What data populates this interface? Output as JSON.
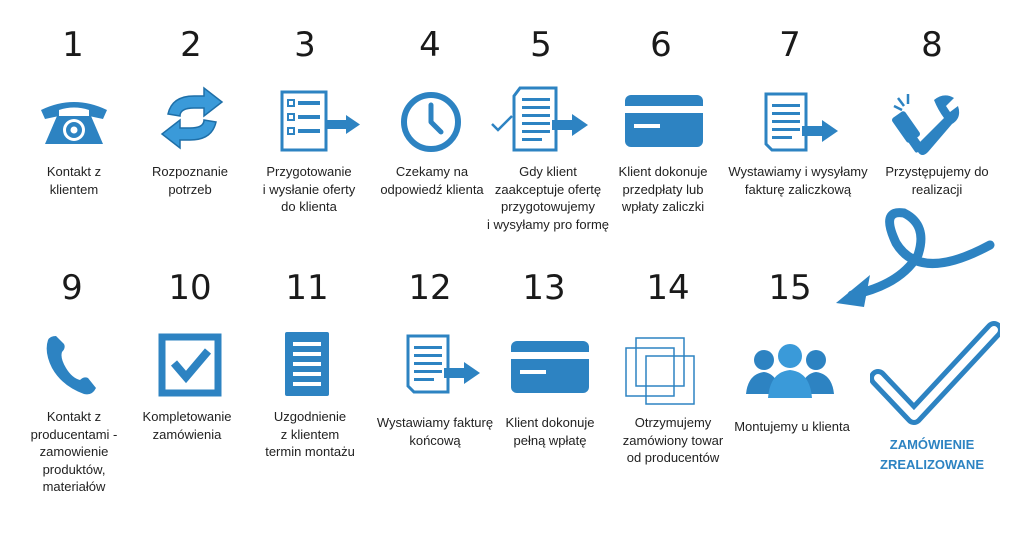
{
  "steps": [
    {
      "num": "1",
      "label_lines": [
        "Kontakt z",
        "klientem"
      ],
      "icon": "phone-icon"
    },
    {
      "num": "2",
      "label_lines": [
        "Rozpoznanie",
        "potrzeb"
      ],
      "icon": "refresh-arrows-icon"
    },
    {
      "num": "3",
      "label_lines": [
        "Przygotowanie",
        "i wysłanie oferty",
        "do klienta"
      ],
      "icon": "checklist-arrow-icon"
    },
    {
      "num": "4",
      "label_lines": [
        "Czekamy na",
        "odpowiedź klienta"
      ],
      "icon": "clock-icon"
    },
    {
      "num": "5",
      "label_lines": [
        "Gdy klient",
        "zaakceptuje ofertę",
        "przygotowujemy",
        "i wysyłamy pro formę"
      ],
      "icon": "document-check-arrow-icon"
    },
    {
      "num": "6",
      "label_lines": [
        "Klient dokonuje",
        "przedpłaty lub",
        "wpłaty zaliczki"
      ],
      "icon": "credit-card-icon"
    },
    {
      "num": "7",
      "label_lines": [
        "Wystawiamy  i wysyłamy",
        "fakturę zaliczkową"
      ],
      "icon": "invoice-arrow-icon"
    },
    {
      "num": "8",
      "label_lines": [
        "Przystępujemy do",
        "realizacji"
      ],
      "icon": "tools-icon"
    },
    {
      "num": "9",
      "label_lines": [
        "Kontakt z",
        "producentami -",
        "zamowienie",
        "produktów,",
        "materiałów"
      ],
      "icon": "handset-icon"
    },
    {
      "num": "10",
      "label_lines": [
        "Kompletowanie",
        "zamówienia"
      ],
      "icon": "checkbox-icon"
    },
    {
      "num": "11",
      "label_lines": [
        "Uzgodnienie",
        "z klientem",
        "termin montażu"
      ],
      "icon": "document-icon"
    },
    {
      "num": "12",
      "label_lines": [
        "Wystawiamy fakturę",
        "końcową"
      ],
      "icon": "invoice-arrow-icon"
    },
    {
      "num": "13",
      "label_lines": [
        "Klient dokonuje",
        "pełną wpłatę"
      ],
      "icon": "credit-card-icon"
    },
    {
      "num": "14",
      "label_lines": [
        "Otrzymujemy",
        "zamówiony towar",
        "od producentów"
      ],
      "icon": "stacked-squares-icon"
    },
    {
      "num": "15",
      "label_lines": [
        "Montujemy u klienta"
      ],
      "icon": "people-group-icon"
    }
  ],
  "final": {
    "label_lines": [
      "ZAMÓWIENIE",
      "ZREALIZOWANE"
    ],
    "icon": "big-checkmark-icon"
  },
  "colors": {
    "primary": "#2d83c2",
    "light": "#3a9ad9",
    "text": "#222222"
  }
}
